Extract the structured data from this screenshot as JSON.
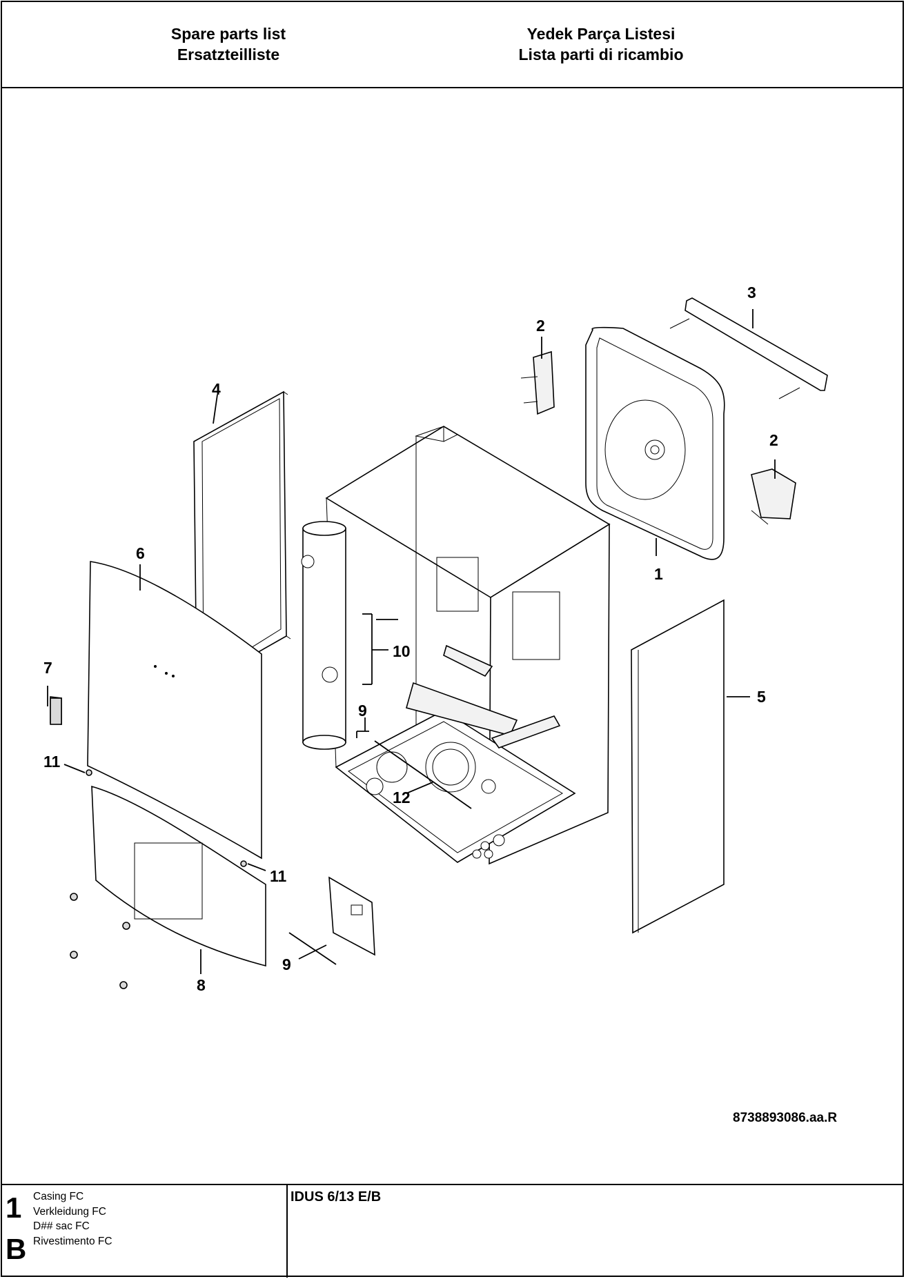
{
  "header": {
    "left_line1": "Spare parts list",
    "left_line2": "Ersatzteilliste",
    "right_line1": "Yedek Parça Listesi",
    "right_line2": "Lista parti di ricambio"
  },
  "drawing": {
    "document_number": "8738893086.aa.R",
    "callouts": {
      "c1": "1",
      "c2a": "2",
      "c2b": "2",
      "c3": "3",
      "c4": "4",
      "c5": "5",
      "c6": "6",
      "c7": "7",
      "c8": "8",
      "c9a": "9",
      "c9b": "9",
      "c10": "10",
      "c11a": "11",
      "c11b": "11",
      "c12": "12"
    }
  },
  "footer": {
    "page_number": "1",
    "page_letter": "B",
    "descriptions": [
      "Casing FC",
      "Verkleidung FC",
      "D## sac FC",
      "Rivestimento FC"
    ],
    "model": "IDUS 6/13 E/B"
  }
}
